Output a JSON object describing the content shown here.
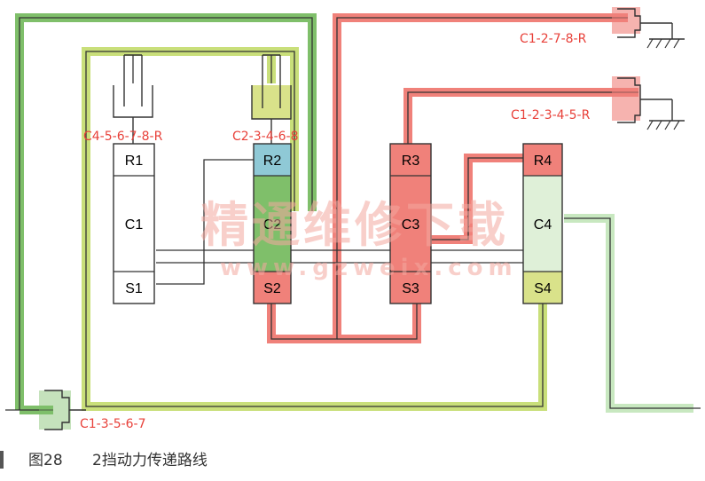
{
  "caption": {
    "figure_no": "图28",
    "title": "2挡动力传递路线"
  },
  "planetary_sets": [
    {
      "id": "set1",
      "ring": "R1",
      "carrier": "C1",
      "sun": "S1"
    },
    {
      "id": "set2",
      "ring": "R2",
      "carrier": "C2",
      "sun": "S2"
    },
    {
      "id": "set3",
      "ring": "R3",
      "carrier": "C3",
      "sun": "S3"
    },
    {
      "id": "set4",
      "ring": "R4",
      "carrier": "C4",
      "sun": "S4"
    }
  ],
  "clutches": [
    {
      "id": "c4",
      "label": "C4-5-6-7-8-R"
    },
    {
      "id": "c2",
      "label": "C2-3-4-6-8"
    },
    {
      "id": "c1-3",
      "label": "C1-3-5-6-7"
    }
  ],
  "brakes": [
    {
      "id": "b1",
      "label": "C1-2-7-8-R"
    },
    {
      "id": "b2",
      "label": "C1-2-3-4-5-R"
    }
  ],
  "watermark": {
    "text": "精通维修下载",
    "url": "www.gzweix.com"
  },
  "colors": {
    "red": "#f0817a",
    "red_dark": "#e8413a",
    "green": "#7fbf6a",
    "lime": "#c9df7a",
    "light_green": "#c8e8c0",
    "blue": "#8fc9d6",
    "yellow": "#d9e28a",
    "line": "#333333"
  }
}
